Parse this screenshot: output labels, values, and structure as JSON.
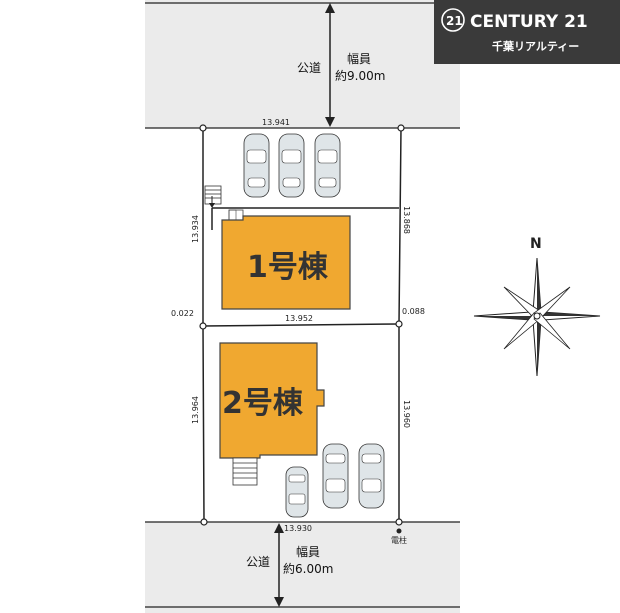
{
  "brand": {
    "logo_mark": "21",
    "name": "CENTURY 21",
    "sub": "千葉リアルティー",
    "bg_color": "#3a3a3a"
  },
  "roads": {
    "north": {
      "kind": "公道",
      "width_label": "幅員",
      "width_value": "約9.00m"
    },
    "south": {
      "kind": "公道",
      "width_label": "幅員",
      "width_value": "約6.00m"
    }
  },
  "buildings": [
    {
      "label": "1号棟"
    },
    {
      "label": "2号棟"
    }
  ],
  "dimensions": {
    "north_frontage": "13.941",
    "right_upper": "13.868",
    "left_upper": "13.934",
    "middle_boundary": "13.952",
    "left_offset": "0.022",
    "right_offset": "0.088",
    "left_lower": "13.964",
    "right_lower": "13.960",
    "south_frontage": "13.930"
  },
  "utility_pole": "電柱",
  "compass": {
    "north_label": "N"
  },
  "colors": {
    "road": "#ebebeb",
    "building": "#f0a830",
    "building_outline": "#444444",
    "arrow": "#222222"
  }
}
